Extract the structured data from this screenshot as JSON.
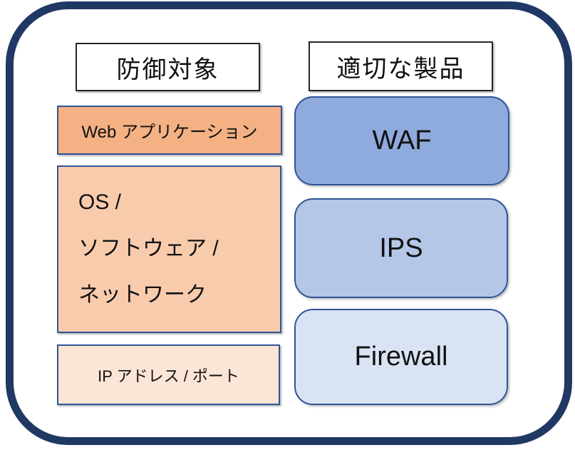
{
  "left": {
    "header": "防御対象",
    "web": "Web アプリケーション",
    "os_lines": [
      "OS /",
      "ソフトウェア /",
      "ネットワーク"
    ],
    "ip": "IP アドレス / ポート"
  },
  "right": {
    "header": "適切な製品",
    "waf": "WAF",
    "ips": "IPS",
    "firewall": "Firewall"
  },
  "colors": {
    "outer_border": "#1F3864",
    "box_border_blue": "#2F5597",
    "header_border": "#262626",
    "web_fill": "#F4B183",
    "os_fill": "#F8CBAD",
    "ip_fill": "#FBE5D6",
    "waf_fill": "#8FAADC",
    "ips_fill": "#B4C7E7",
    "firewall_fill": "#DAE3F3",
    "text": "#111111"
  }
}
